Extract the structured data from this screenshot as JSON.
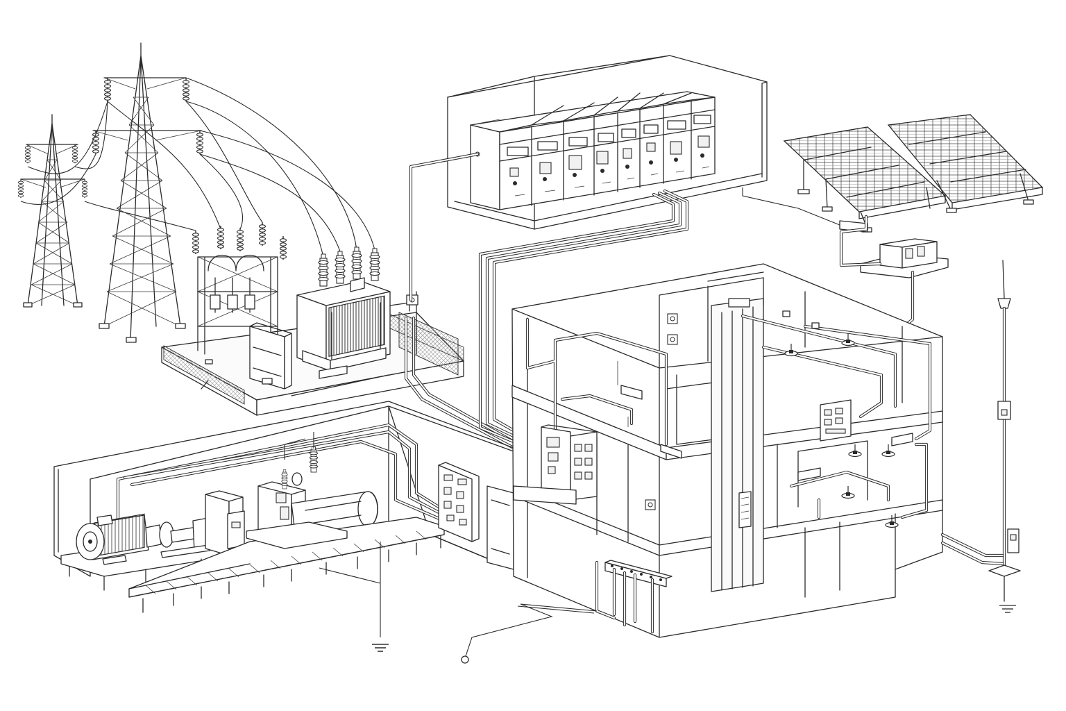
{
  "diagram": {
    "components": [
      {
        "id": "transmission-tower-small",
        "icon": "transmission-tower-icon"
      },
      {
        "id": "transmission-tower-large",
        "icon": "transmission-tower-icon"
      },
      {
        "id": "substation-yard",
        "icon": "substation-icon"
      },
      {
        "id": "power-transformer",
        "icon": "transformer-icon"
      },
      {
        "id": "switchgear-room",
        "icon": "switchgear-icon"
      },
      {
        "id": "solar-array",
        "icon": "solar-panel-icon"
      },
      {
        "id": "solar-inverter",
        "icon": "inverter-icon"
      },
      {
        "id": "generator-room",
        "icon": "motor-generator-icon"
      },
      {
        "id": "building-distribution",
        "icon": "building-icon"
      },
      {
        "id": "lightning-rod",
        "icon": "lightning-rod-icon"
      },
      {
        "id": "ground-electrode",
        "icon": "ground-icon"
      }
    ],
    "colors": {
      "line": "#2a2a2a",
      "background": "#ffffff",
      "panel_fill": "#f1f1f1"
    }
  }
}
